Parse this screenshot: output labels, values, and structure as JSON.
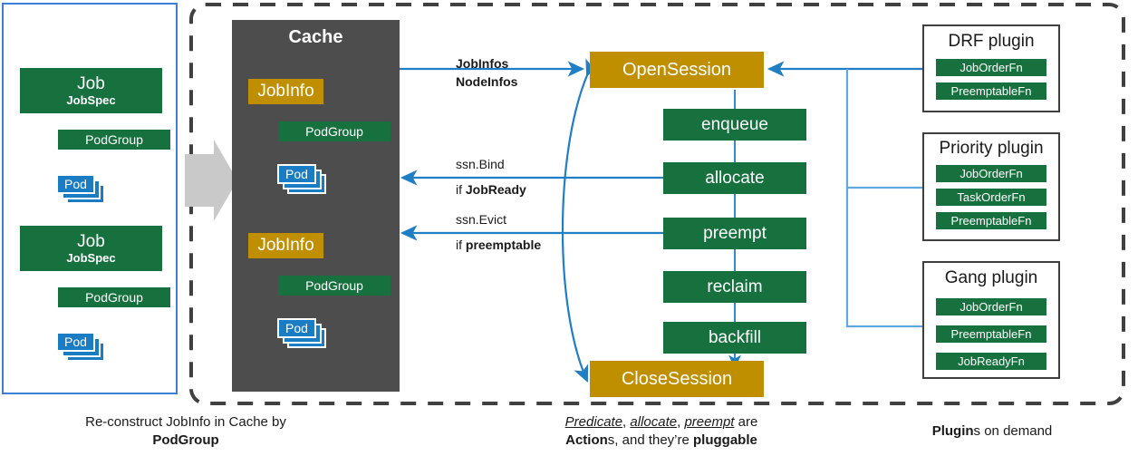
{
  "left_panel": {
    "groups": [
      {
        "job_title": "Job",
        "job_subtitle": "JobSpec",
        "podgroup": "PodGroup",
        "pod": "Pod"
      },
      {
        "job_title": "Job",
        "job_subtitle": "JobSpec",
        "podgroup": "PodGroup",
        "pod": "Pod"
      }
    ]
  },
  "cache": {
    "title": "Cache",
    "entries": [
      {
        "jobinfo": "JobInfo",
        "podgroup": "PodGroup",
        "pod": "Pod"
      },
      {
        "jobinfo": "JobInfo",
        "podgroup": "PodGroup",
        "pod": "Pod"
      }
    ]
  },
  "session": {
    "open": "OpenSession",
    "close": "CloseSession",
    "actions": [
      "enqueue",
      "allocate",
      "preempt",
      "reclaim",
      "backfill"
    ]
  },
  "flows": {
    "to_session_line1": "JobInfos",
    "to_session_line2": "NodeInfos",
    "bind_line1": "ssn.Bind",
    "bind_line2_prefix": "if ",
    "bind_line2_bold": "JobReady",
    "evict_line1": "ssn.Evict",
    "evict_line2_prefix": "if ",
    "evict_line2_bold": "preemptable"
  },
  "plugins": [
    {
      "name": "DRF plugin",
      "fns": [
        "JobOrderFn",
        "PreemptableFn"
      ]
    },
    {
      "name": "Priority plugin",
      "fns": [
        "JobOrderFn",
        "TaskOrderFn",
        "PreemptableFn"
      ]
    },
    {
      "name": "Gang plugin",
      "fns": [
        "JobOrderFn",
        "PreemptableFn",
        "JobReadyFn"
      ]
    }
  ],
  "captions": {
    "left_line1": "Re-construct JobInfo in Cache by",
    "left_line2_bold": "PodGroup",
    "mid_it1": "Predicate",
    "mid_sep1": ", ",
    "mid_it2": "allocate",
    "mid_sep2": ", ",
    "mid_it3": "preempt",
    "mid_tail": " are",
    "mid_line2_bold1": "Action",
    "mid_line2_mid": "s, and they’re ",
    "mid_line2_bold2": "pluggable",
    "right_bold": "Plugin",
    "right_tail": "s on demand"
  },
  "colors": {
    "green": "#17713f",
    "gold": "#bf8f00",
    "blue": "#1a7dc4",
    "cache_gray": "#4d4d4d",
    "border_dash": "#404040",
    "arrow_blue": "#1f7ec4"
  }
}
